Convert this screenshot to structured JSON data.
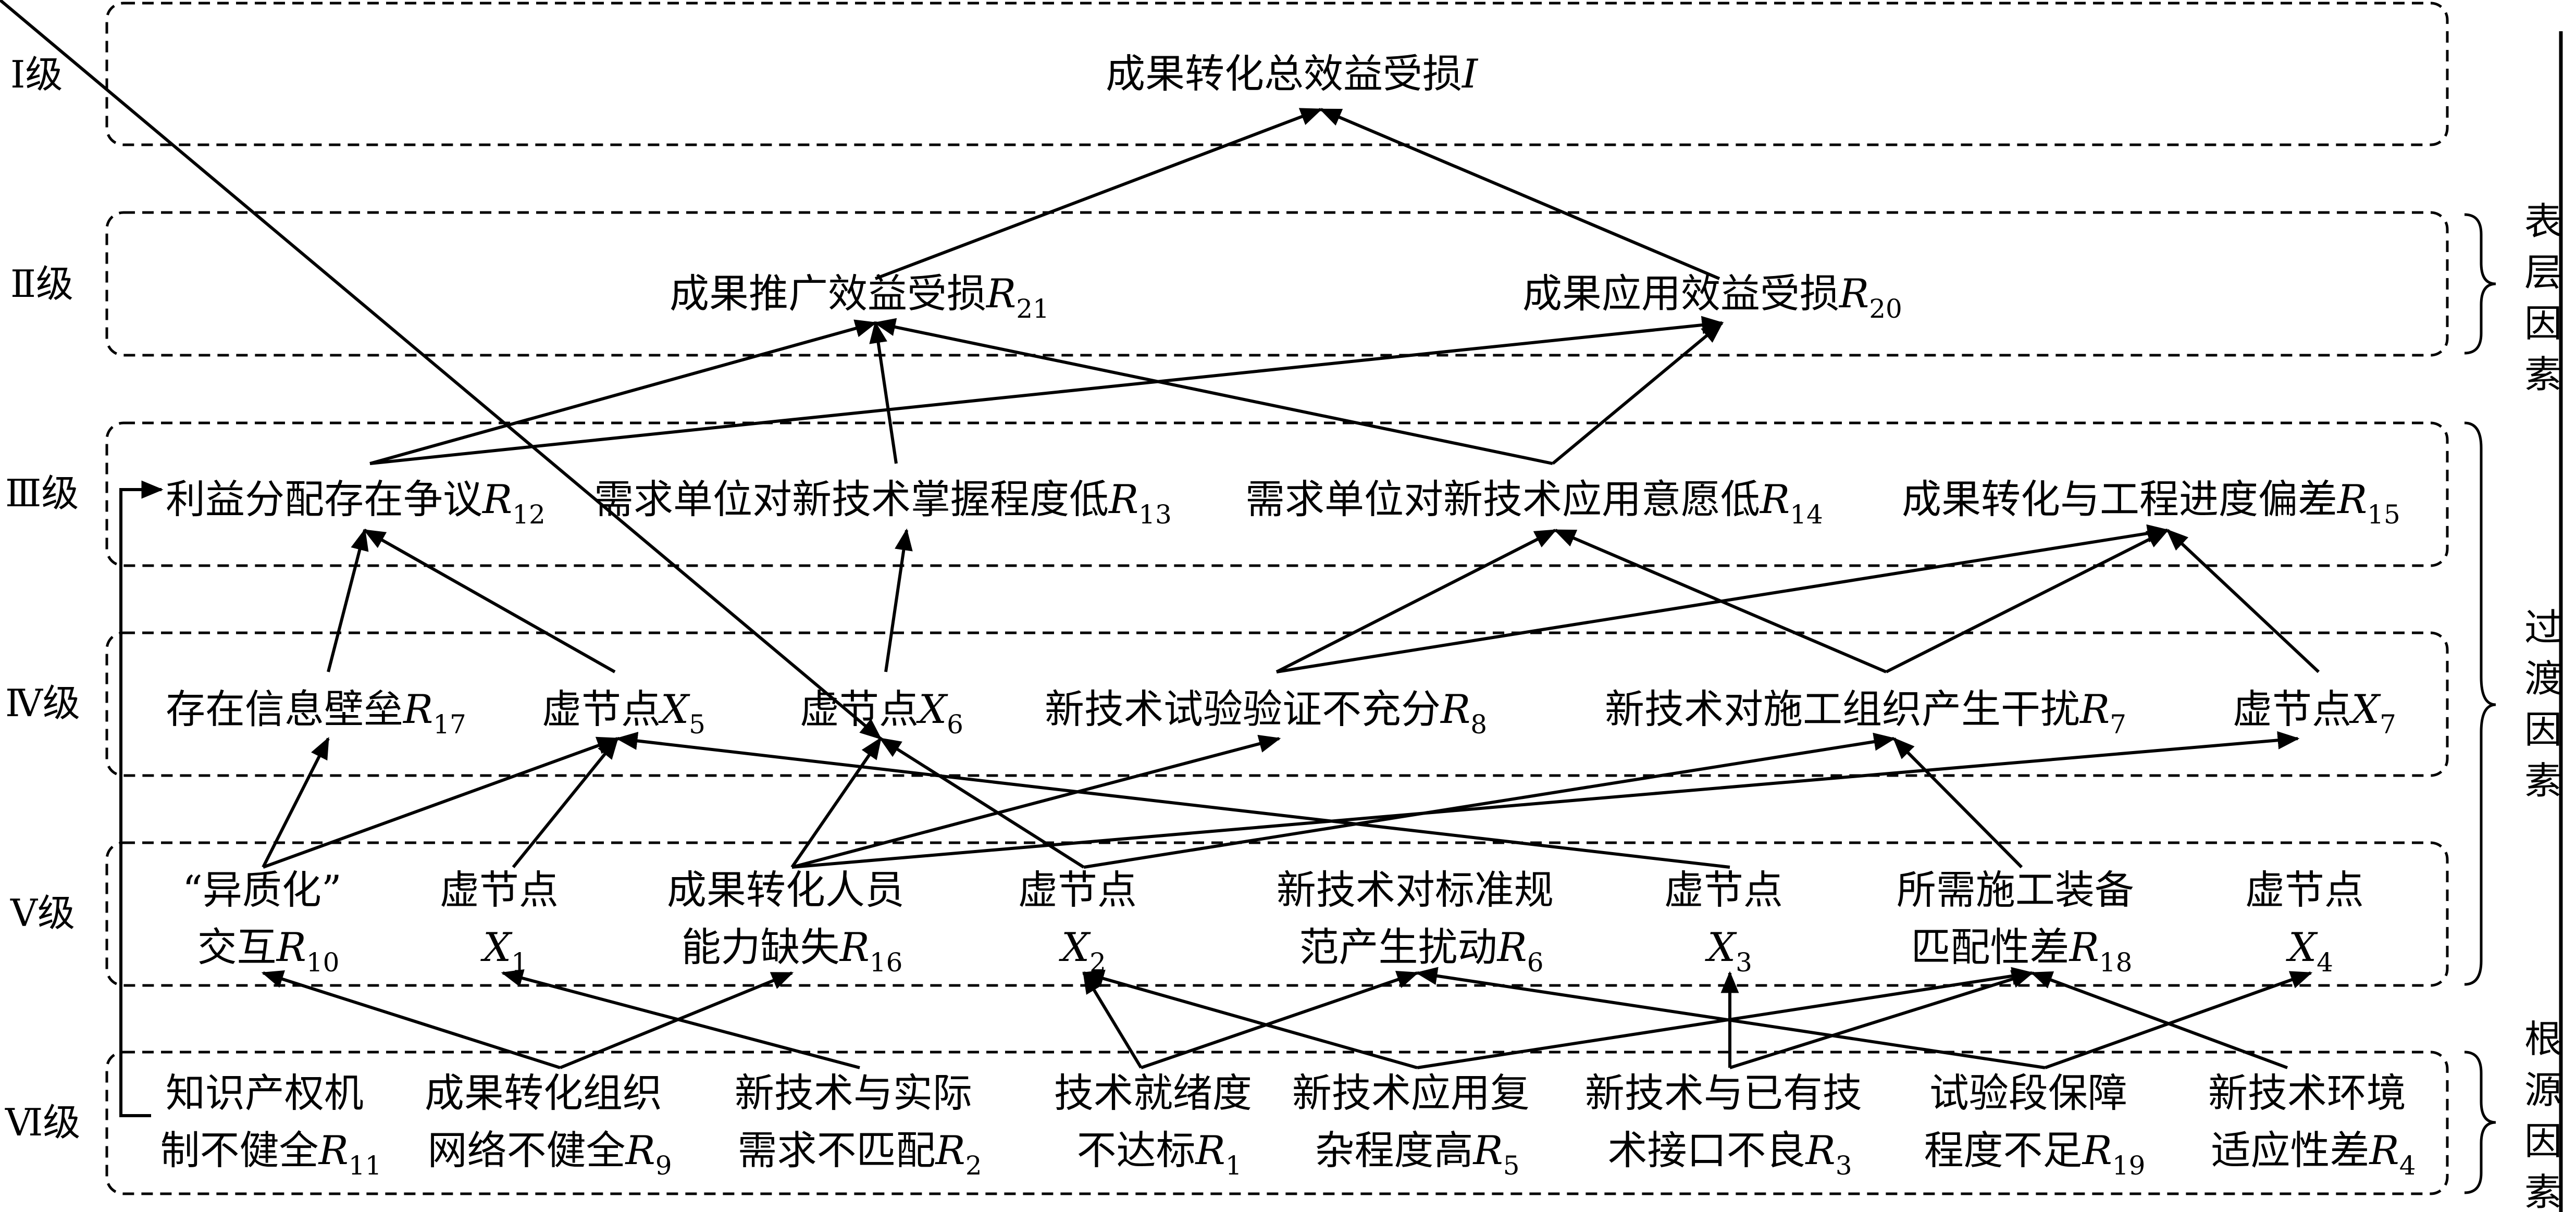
{
  "levels": [
    {
      "id": "I",
      "label": "Ⅰ级"
    },
    {
      "id": "II",
      "label": "Ⅱ级"
    },
    {
      "id": "III",
      "label": "Ⅲ级"
    },
    {
      "id": "IV",
      "label": "Ⅳ级"
    },
    {
      "id": "V",
      "label": "Ⅴ级"
    },
    {
      "id": "VI",
      "label": "Ⅵ级"
    }
  ],
  "categories": [
    {
      "id": "surface",
      "label": "表层因素"
    },
    {
      "id": "transition",
      "label": "过渡因素"
    },
    {
      "id": "root",
      "label": "根源因素"
    }
  ],
  "nodes": {
    "I": {
      "text": "成果转化总效益受损",
      "var": "I",
      "sub": ""
    },
    "R21": {
      "text": "成果推广效益受损",
      "var": "R",
      "sub": "21"
    },
    "R20": {
      "text": "成果应用效益受损",
      "var": "R",
      "sub": "20"
    },
    "R12": {
      "text": "利益分配存在争议",
      "var": "R",
      "sub": "12"
    },
    "R13": {
      "text": "需求单位对新技术掌握程度低",
      "var": "R",
      "sub": "13"
    },
    "R14": {
      "text": "需求单位对新技术应用意愿低",
      "var": "R",
      "sub": "14"
    },
    "R15": {
      "text": "成果转化与工程进度偏差",
      "var": "R",
      "sub": "15"
    },
    "R17": {
      "text": "存在信息壁垒",
      "var": "R",
      "sub": "17"
    },
    "X5": {
      "text": "虚节点",
      "var": "X",
      "sub": "5"
    },
    "X6": {
      "text": "虚节点",
      "var": "X",
      "sub": "6"
    },
    "R8": {
      "text": "新技术试验验证不充分",
      "var": "R",
      "sub": "8"
    },
    "R7": {
      "text": "新技术对施工组织产生干扰",
      "var": "R",
      "sub": "7"
    },
    "X7": {
      "text": "虚节点",
      "var": "X",
      "sub": "7"
    },
    "R10": {
      "line1": "“异质化”",
      "text": "交互",
      "var": "R",
      "sub": "10"
    },
    "X1": {
      "line1": "虚节点",
      "text": "",
      "var": "X",
      "sub": "1"
    },
    "R16": {
      "line1": "成果转化人员",
      "text": "能力缺失",
      "var": "R",
      "sub": "16"
    },
    "X2": {
      "line1": "虚节点",
      "text": "",
      "var": "X",
      "sub": "2"
    },
    "R6": {
      "line1": "新技术对标准规",
      "text": "范产生扰动",
      "var": "R",
      "sub": "6"
    },
    "X3": {
      "line1": "虚节点",
      "text": "",
      "var": "X",
      "sub": "3"
    },
    "R18": {
      "line1": "所需施工装备",
      "text": "匹配性差",
      "var": "R",
      "sub": "18"
    },
    "X4": {
      "line1": "虚节点",
      "text": "",
      "var": "X",
      "sub": "4"
    },
    "R11": {
      "line1": "知识产权机",
      "text": "制不健全",
      "var": "R",
      "sub": "11"
    },
    "R9": {
      "line1": "成果转化组织",
      "text": "网络不健全",
      "var": "R",
      "sub": "9"
    },
    "R2": {
      "line1": "新技术与实际",
      "text": "需求不匹配",
      "var": "R",
      "sub": "2"
    },
    "R1": {
      "line1": "技术就绪度",
      "text": "不达标",
      "var": "R",
      "sub": "1"
    },
    "R5": {
      "line1": "新技术应用复",
      "text": "杂程度高",
      "var": "R",
      "sub": "5"
    },
    "R3": {
      "line1": "新技术与已有技",
      "text": "术接口不良",
      "var": "R",
      "sub": "3"
    },
    "R19": {
      "line1": "试验段保障",
      "text": "程度不足",
      "var": "R",
      "sub": "19"
    },
    "R4": {
      "line1": "新技术环境",
      "text": "适应性差",
      "var": "R",
      "sub": "4"
    }
  },
  "edges": [
    [
      "R21",
      "I"
    ],
    [
      "R20",
      "I"
    ],
    [
      "R12",
      "R21"
    ],
    [
      "R12",
      "R20"
    ],
    [
      "R13",
      "R21"
    ],
    [
      "R14",
      "R21"
    ],
    [
      "R14",
      "R20"
    ],
    [
      "R17",
      "R12"
    ],
    [
      "X5",
      "R12"
    ],
    [
      "X6",
      "R13"
    ],
    [
      "R8",
      "R14"
    ],
    [
      "R7",
      "R14"
    ],
    [
      "R8",
      "R15"
    ],
    [
      "R7",
      "R15"
    ],
    [
      "X7",
      "R15"
    ],
    [
      "R10",
      "R17"
    ],
    [
      "R10",
      "X5"
    ],
    [
      "X1",
      "X5"
    ],
    [
      "R16",
      "X6"
    ],
    [
      "R16",
      "R8"
    ],
    [
      "R16",
      "X7"
    ],
    [
      "X2",
      "X6"
    ],
    [
      "X3",
      "X5"
    ],
    [
      "R18",
      "R7"
    ],
    [
      "X4",
      "X6"
    ],
    [
      "X2",
      "R7"
    ],
    [
      "R9",
      "R10"
    ],
    [
      "R9",
      "R16"
    ],
    [
      "R2",
      "X1"
    ],
    [
      "R1",
      "X2"
    ],
    [
      "R1",
      "R6"
    ],
    [
      "R5",
      "X2"
    ],
    [
      "R5",
      "R18"
    ],
    [
      "R3",
      "X3"
    ],
    [
      "R3",
      "R18"
    ],
    [
      "R19",
      "R6"
    ],
    [
      "R19",
      "X4"
    ],
    [
      "R4",
      "R18"
    ],
    [
      "R11",
      "R12"
    ]
  ]
}
